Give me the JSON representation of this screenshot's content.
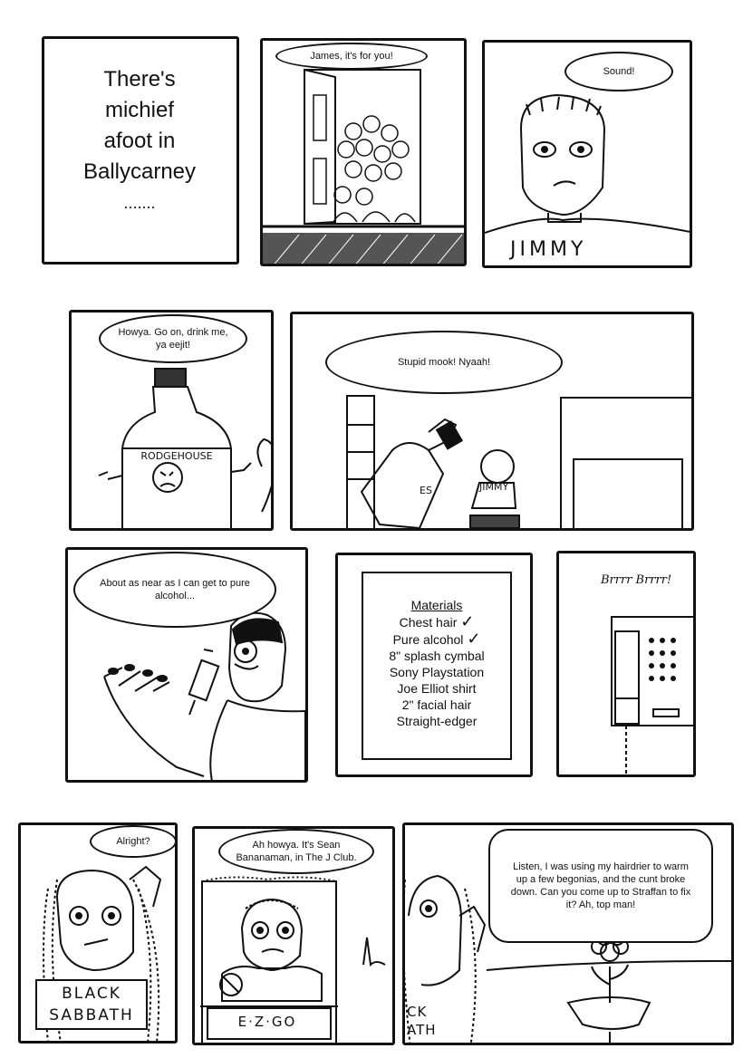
{
  "row1": {
    "narration": [
      "There's",
      "michief",
      "afoot in",
      "Ballycarney",
      "......."
    ],
    "bubble_james": "James, it's for you!",
    "bubble_sound": "Sound!",
    "label_jimmy": "JIMMY"
  },
  "row2": {
    "bubble_bottle": "Howya. Go on, drink me, ya eejit!",
    "bottle_label": "RODGEHOUSE",
    "bubble_mook": "Stupid mook! Nyaah!",
    "shirt_jimmy": "JIMMY",
    "shirt_es": "ES"
  },
  "row3": {
    "bubble_alcohol": "About as near as I can get to pure alcohol...",
    "materials": {
      "title": "Materials",
      "items": [
        "Chest hair",
        "Pure alcohol",
        "8\" splash cymbal",
        "Sony Playstation",
        "Joe Elliot shirt",
        "2\" facial hair",
        "Straight-edger"
      ],
      "check": "✓"
    },
    "phone_ring": "Brrrr Brrrr!"
  },
  "row4": {
    "bubble_alright": "Alright?",
    "shirt_black_sabbath": "BLACK SABBATH",
    "bubble_sean": "Ah howya. It's Sean Bananaman, in The J Club.",
    "cart_label": "E·Z·GO",
    "bubble_listen": "Listen, I was using my hairdrier to warm up a few begonias, and the cunt broke down. Can you come up to Straffan to fix it? Ah, top man!",
    "shirt_partial": "CK ATH"
  }
}
